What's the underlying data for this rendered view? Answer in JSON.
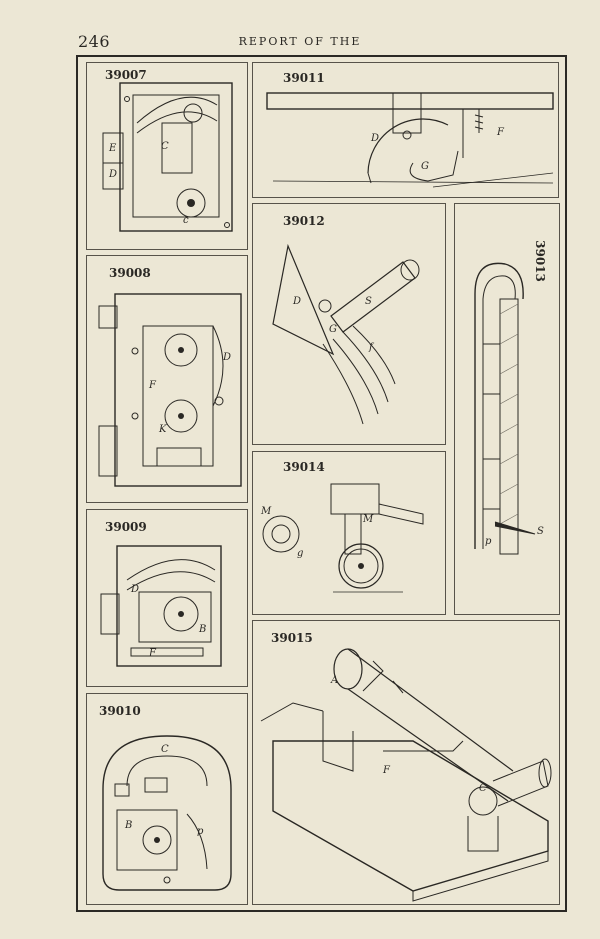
{
  "header": {
    "page_number": "246",
    "running_head": "REPORT OF THE"
  },
  "patents": [
    {
      "number": "39007",
      "labels": {
        "e": "E",
        "d": "D",
        "c": "C",
        "c2": "c"
      }
    },
    {
      "number": "39011",
      "labels": {
        "d": "D",
        "f": "F",
        "g": "G"
      }
    },
    {
      "number": "39012",
      "labels": {
        "d": "D",
        "g": "G",
        "s": "S",
        "f": "f"
      }
    },
    {
      "number": "39013",
      "labels": {
        "s": "S",
        "p": "p"
      }
    },
    {
      "number": "39008",
      "labels": {
        "d": "D",
        "f": "F",
        "k": "K"
      }
    },
    {
      "number": "39014",
      "labels": {
        "m": "M",
        "g": "g",
        "m2": "M"
      }
    },
    {
      "number": "39009",
      "labels": {
        "d": "D",
        "b": "B",
        "f": "F"
      }
    },
    {
      "number": "39010",
      "labels": {
        "c": "C",
        "b": "B",
        "p": "p"
      }
    },
    {
      "number": "39015",
      "labels": {
        "a": "A",
        "f": "F",
        "c": "C"
      }
    }
  ]
}
